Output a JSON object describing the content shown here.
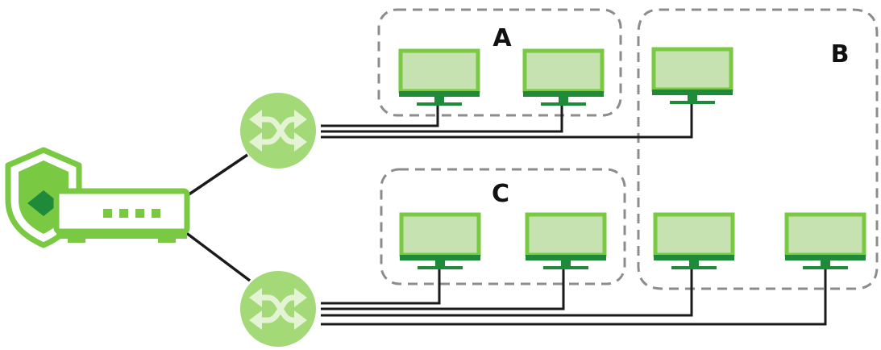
{
  "diagram": {
    "groups": [
      {
        "id": "A",
        "label": "A"
      },
      {
        "id": "B",
        "label": "B"
      },
      {
        "id": "C",
        "label": "C"
      }
    ],
    "devices": {
      "firewall": "security-gateway-icon",
      "switches": [
        "switch-icon",
        "switch-icon"
      ],
      "computers": [
        "monitor-icon"
      ]
    },
    "colors": {
      "accent": "#7ac943",
      "dark_green": "#1e8a3a",
      "screen": "#c6e2b0",
      "switch_fill": "#a3d977",
      "dashed_border": "#8c8c8c",
      "cable": "#1a1a1a"
    }
  }
}
